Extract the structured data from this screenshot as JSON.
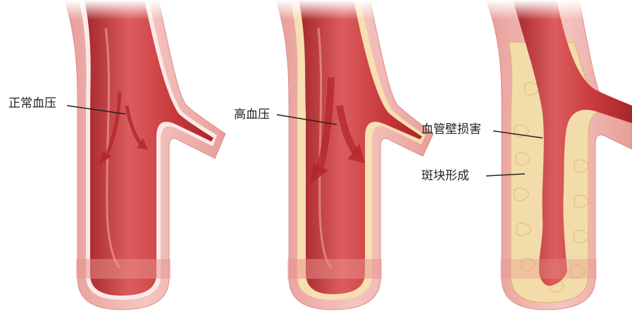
{
  "panels": [
    {
      "id": "normal",
      "label": "正常血压"
    },
    {
      "id": "high",
      "label": "高血压"
    },
    {
      "id": "damaged",
      "labels": [
        "血管壁损害",
        "斑块形成"
      ]
    }
  ],
  "colors": {
    "outer_wall": "#f2b5b1",
    "outer_wall_dark": "#d98d89",
    "inner_lining": "#fbe9e7",
    "lumen": "#c7383b",
    "lumen_dark": "#a5262b",
    "lumen_light": "#dc5d5e",
    "plaque": "#f2dcaa",
    "plaque_line": "#d9b26a",
    "arrow": "#b3262a"
  }
}
